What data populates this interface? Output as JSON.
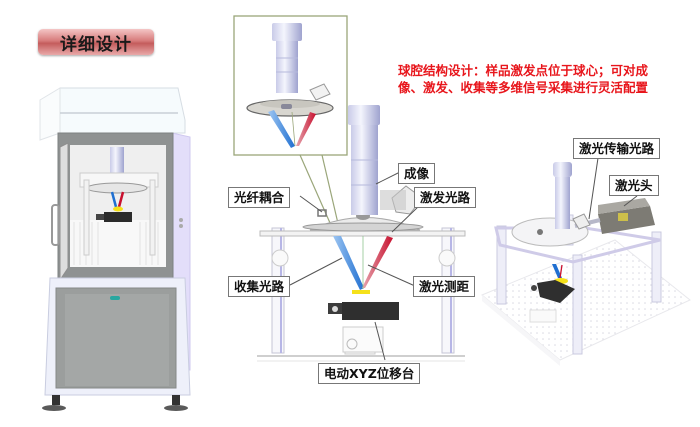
{
  "slide": {
    "title": "详细设计",
    "description": "球腔结构设计：样品激发点位于球心；可对成像、激发、收集等多维信号采集进行灵活配置",
    "description_color": "#e8161c",
    "title_badge_color": "#d77b7b"
  },
  "diagrams": {
    "enclosure": {
      "name": "instrument-enclosure"
    },
    "cross_section": {
      "callouts": {
        "imaging": "成像",
        "fiber_coupling": "光纤耦合",
        "excitation_path": "激发光路",
        "collection_path": "收集光路",
        "laser_ranging": "激光测距",
        "xyz_stage": "电动XYZ位移台"
      }
    },
    "isometric": {
      "callouts": {
        "laser_transmission_path": "激光传输光路",
        "laser_head": "激光头"
      }
    }
  },
  "colors": {
    "excitation_beam": "#c8102e",
    "collection_beam": "#1f6fd1",
    "sample": "#f5e11a",
    "inset_border": "#9aa67a"
  }
}
